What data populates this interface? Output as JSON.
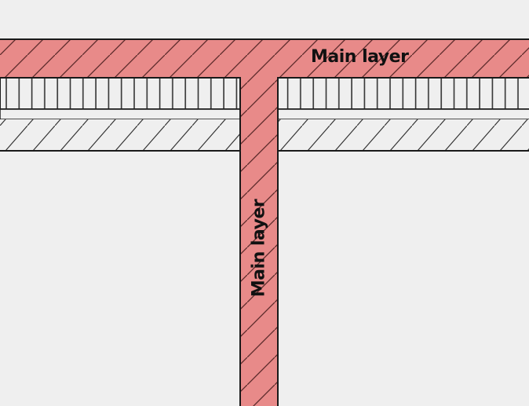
{
  "diagram": {
    "layers": [
      {
        "name": "main-layer-horizontal",
        "label": "Main layer",
        "fill": "#e88a89",
        "hatch": "diagonal"
      },
      {
        "name": "main-layer-vertical",
        "label": "Main layer",
        "fill": "#e88a89",
        "hatch": "diagonal"
      },
      {
        "name": "vertical-stripe-layer",
        "fill": "#efefef",
        "hatch": "vertical"
      },
      {
        "name": "thin-layer",
        "fill": "#efefef",
        "hatch": "none"
      },
      {
        "name": "hatched-layer",
        "fill": "#efefef",
        "hatch": "diagonal"
      }
    ],
    "colors": {
      "background": "#efefef",
      "main_layer": "#e88a89",
      "stroke": "#1a1a1a"
    }
  }
}
